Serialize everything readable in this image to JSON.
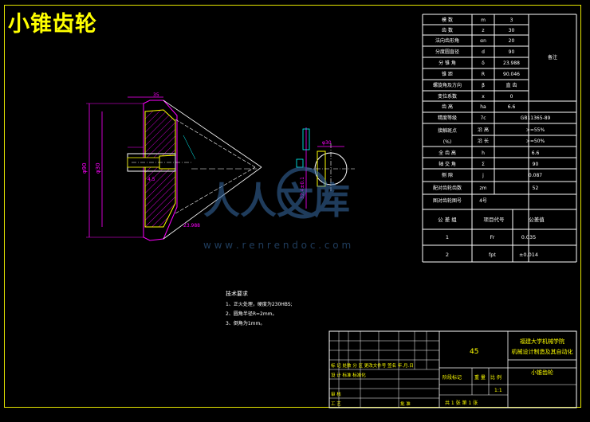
{
  "title": "小锥齿轮",
  "params": [
    [
      "模 数",
      "m",
      "3"
    ],
    [
      "齿 数",
      "z",
      "30"
    ],
    [
      "法向齿形角",
      "αn",
      "20"
    ],
    [
      "分度圆直径",
      "d",
      "90"
    ],
    [
      "分 锥 角",
      "δ",
      "23.988"
    ],
    [
      "锥 距",
      "R",
      "90.046"
    ],
    [
      "螺旋角及方向",
      "β",
      "直 齿"
    ],
    [
      "变位系数",
      "x",
      "0"
    ],
    [
      "齿 高",
      "ha",
      "6.6"
    ],
    [
      "精度等级",
      "7c",
      "GB11365-89"
    ],
    [
      "全 齿 高",
      "h",
      "6.6"
    ],
    [
      "轴 交 角",
      "Σ",
      "90"
    ],
    [
      "侧 隙",
      "j",
      "0.087"
    ],
    [
      "配对齿轮齿数",
      "zm",
      "52"
    ],
    [
      "图对齿轮图号",
      "4号",
      ""
    ]
  ],
  "remark": "备注",
  "contact": {
    "label1": "接触斑点",
    "label2": "(%)",
    "r1": "沿 高",
    ">1": ">=55%",
    "r2": "沿 长",
    ">2": ">=50%"
  },
  "tol_head": [
    "公 差 组",
    "项目代号",
    "公差值"
  ],
  "tol_rows": [
    [
      "1",
      "Fr",
      "0.035"
    ],
    [
      "2",
      "fpt",
      "±0.014"
    ]
  ],
  "notes": {
    "title": "技术要求",
    "items": [
      "1、正火处理，硬度为230HBS;",
      "2、圆角半径R=2mm。",
      "3、倒角为1mm。"
    ]
  },
  "block": {
    "material": "45",
    "school1": "福建大学机械学院",
    "school2": "机械设计制造及其自动化",
    "part": "小锥齿轮",
    "scale": "1:1",
    "r1": "标 记 处数 分 区 更改文件号 签名 年.月.日",
    "r2": "设 计 标准 标准化",
    "r3": "审 核",
    "r4": "工 艺",
    "r5": "批 准",
    "stage": "阶段标记",
    "weight": "重 量",
    "ratio": "比 例",
    "sheet": "共 1 张 第 1 张"
  },
  "dims": {
    "d1": "φ90",
    "d2": "φ30",
    "d3": "4.5",
    "d4": "35",
    "d5": "32.4±0.1",
    "d6": "23.988"
  },
  "watermark": {
    "brand": "人人文库",
    "url": "w w w . r e n r e n d o c . c o m"
  }
}
